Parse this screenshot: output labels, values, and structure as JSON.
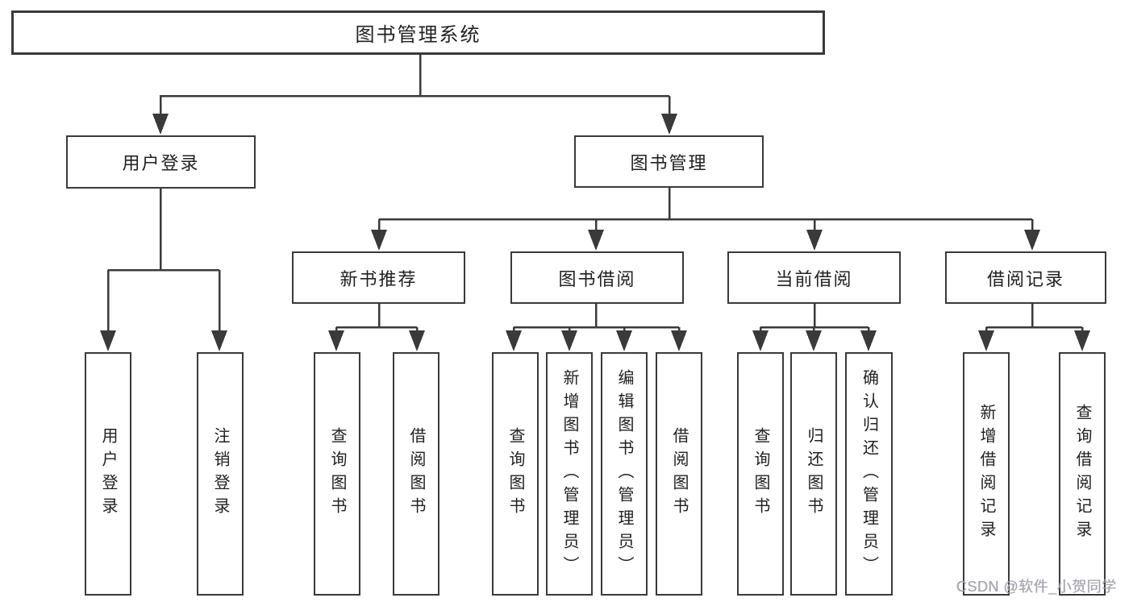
{
  "diagram": {
    "root_label": "图书管理系统",
    "level1": [
      {
        "label": "用户登录"
      },
      {
        "label": "图书管理"
      }
    ],
    "level2": [
      {
        "label": "新书推荐"
      },
      {
        "label": "图书借阅"
      },
      {
        "label": "当前借阅"
      },
      {
        "label": "借阅记录"
      }
    ],
    "leaves": {
      "user_login": [
        {
          "label": "用户登录"
        },
        {
          "label": "注销登录"
        }
      ],
      "new_book_recommend": [
        {
          "label": "查询图书"
        },
        {
          "label": "借阅图书"
        }
      ],
      "book_borrow": [
        {
          "label": "查询图书"
        },
        {
          "label": "新增图书（管理员）"
        },
        {
          "label": "编辑图书（管理员）"
        },
        {
          "label": "借阅图书"
        }
      ],
      "current_borrow": [
        {
          "label": "查询图书"
        },
        {
          "label": "归还图书"
        },
        {
          "label": "确认归还（管理员）"
        }
      ],
      "borrow_records": [
        {
          "label": "新增借阅记录"
        },
        {
          "label": "查询借阅记录"
        }
      ]
    },
    "watermark": "CSDN @软件_小贺同学",
    "colors": {
      "line": "#3a3a3a",
      "box_border": "#3a3a3a",
      "text": "#212121",
      "watermark": "#a6a6b0",
      "background": "#ffffff"
    }
  }
}
